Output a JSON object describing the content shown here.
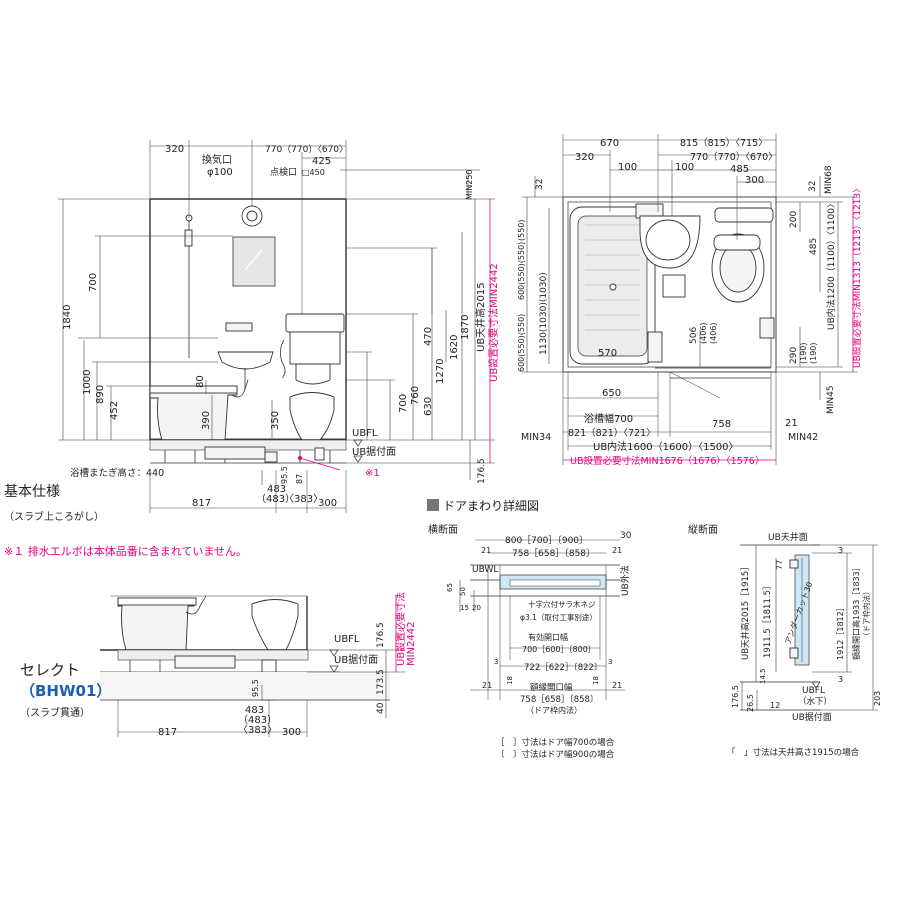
{
  "spec": {
    "title": "基本仕様",
    "subtitle": "（スラブ上ころがし）",
    "note": "※１ 排水エルボは本体品番に含まれていません。",
    "tub_step_height": "浴槽またぎ高さ：440",
    "note_marker": "※1"
  },
  "select": {
    "title": "セレクト",
    "model": "（BHW01）",
    "subtitle": "（スラブ貫通）"
  },
  "labels": {
    "vent": "換気口",
    "vent_dia": "φ100",
    "inspection": "点検口",
    "inspection_size": "□450",
    "min250": "MIN250",
    "ubfl": "UBFL",
    "ub_base": "UB据付面",
    "ub_ceiling": "UB天井高2015",
    "ub_required_min": "UB設置必要寸法MIN2442",
    "tub_width": "浴槽幅700",
    "ub_inner_width": "UB内法1600（1600）〈1500〉",
    "ub_required_width": "UB設置必要寸法MIN1676（1676）〈1576〉",
    "ub_inner_depth": "UB内法1200（1100）〈1100〉",
    "ub_required_depth": "UB設置必要寸法MIN1313（1213）〈1213〉",
    "min34": "MIN34",
    "min42": "MIN42",
    "min45": "MIN45",
    "min68": "MIN68",
    "ub_req_select": "UB設置必要寸法",
    "min2442": "MIN2442"
  },
  "dims_front": {
    "d320": "320",
    "d770": "770（770）〈670〉",
    "d425": "425",
    "d1840": "1840",
    "d700": "700",
    "d1000": "1000",
    "d890": "890",
    "d452": "452",
    "d80": "80",
    "d390": "390",
    "d350": "350",
    "d700b": "700",
    "d760": "760",
    "d630": "630",
    "d1270": "1270",
    "d470": "470",
    "d1620": "1620",
    "d1870": "1870",
    "d176": "176.5",
    "d95": "95.5",
    "d87": "87",
    "d817": "817",
    "d483": "483",
    "d483b": "（483）",
    "d383": "〈383〉",
    "d300": "300"
  },
  "dims_plan": {
    "d670": "670",
    "d815": "815（815）〈715〉",
    "d320": "320",
    "d770": "770（770）〈670〉",
    "d100a": "100",
    "d100b": "100",
    "d485": "485",
    "d300": "300",
    "d32": "32",
    "d32b": "32",
    "d200": "200",
    "d485v": "485",
    "d550a": "(550)",
    "d600": "600(550)(550)",
    "d1130": "1130(1030)(1030)",
    "d570": "570",
    "d506": "506",
    "d406a": "(406)",
    "d406b": "(406)",
    "d290": "290",
    "d190a": "(190)",
    "d190b": "(190)",
    "d650": "650",
    "d821": "821（821）〈721〉",
    "d758": "758",
    "d21": "21"
  },
  "door": {
    "section_title": "ドアまわり詳細図",
    "horizontal": "横断面",
    "vertical": "縦断面",
    "h_800": "800［700］〔900〕",
    "h_30": "30",
    "h_21a": "21",
    "h_21b": "21",
    "h_758": "758［658］〔858〕",
    "ubwl": "UBWL",
    "ub_outer": "UB外法",
    "screw": "十字穴付サラ木ネジ",
    "screw2": "φ3.1（取付工事別途）",
    "opening": "有効開口幅",
    "opening_val": "700［600］〔800〕",
    "d722": "722［622］〔822〕",
    "frame_opening": "額縁開口幅",
    "frame_val": "758［658］〔858〕",
    "frame_note": "（ドア枠内法）",
    "d65": "65",
    "d50": "50",
    "d15": "15",
    "d20": "20",
    "d3a": "3",
    "d3b": "3",
    "d18a": "18",
    "d18b": "18",
    "legend1": "［　］寸法はドア幅700の場合",
    "legend2": "〔　〕寸法はドア幅900の場合",
    "v_ceiling": "UB天井面",
    "v_ub2015": "UB天井高2015［1915］",
    "v_1911": "1911.5［1811.5］",
    "v_undercut": "アンダーカット30",
    "v_1912": "1912［1812］",
    "v_frame": "額縁開口高1933［1833］",
    "v_frame2": "（ドア枠内法）",
    "v_3a": "3",
    "v_77": "77",
    "v_3b": "3",
    "v_14": "14.5",
    "v_176": "176.5",
    "v_26": "26.5",
    "v_12": "12",
    "v_203": "203",
    "v_ubfl": "UBFL",
    "v_water": "（水下）",
    "v_base": "UB据付面",
    "v_legend": "「　」寸法は天井高さ1915の場合"
  }
}
